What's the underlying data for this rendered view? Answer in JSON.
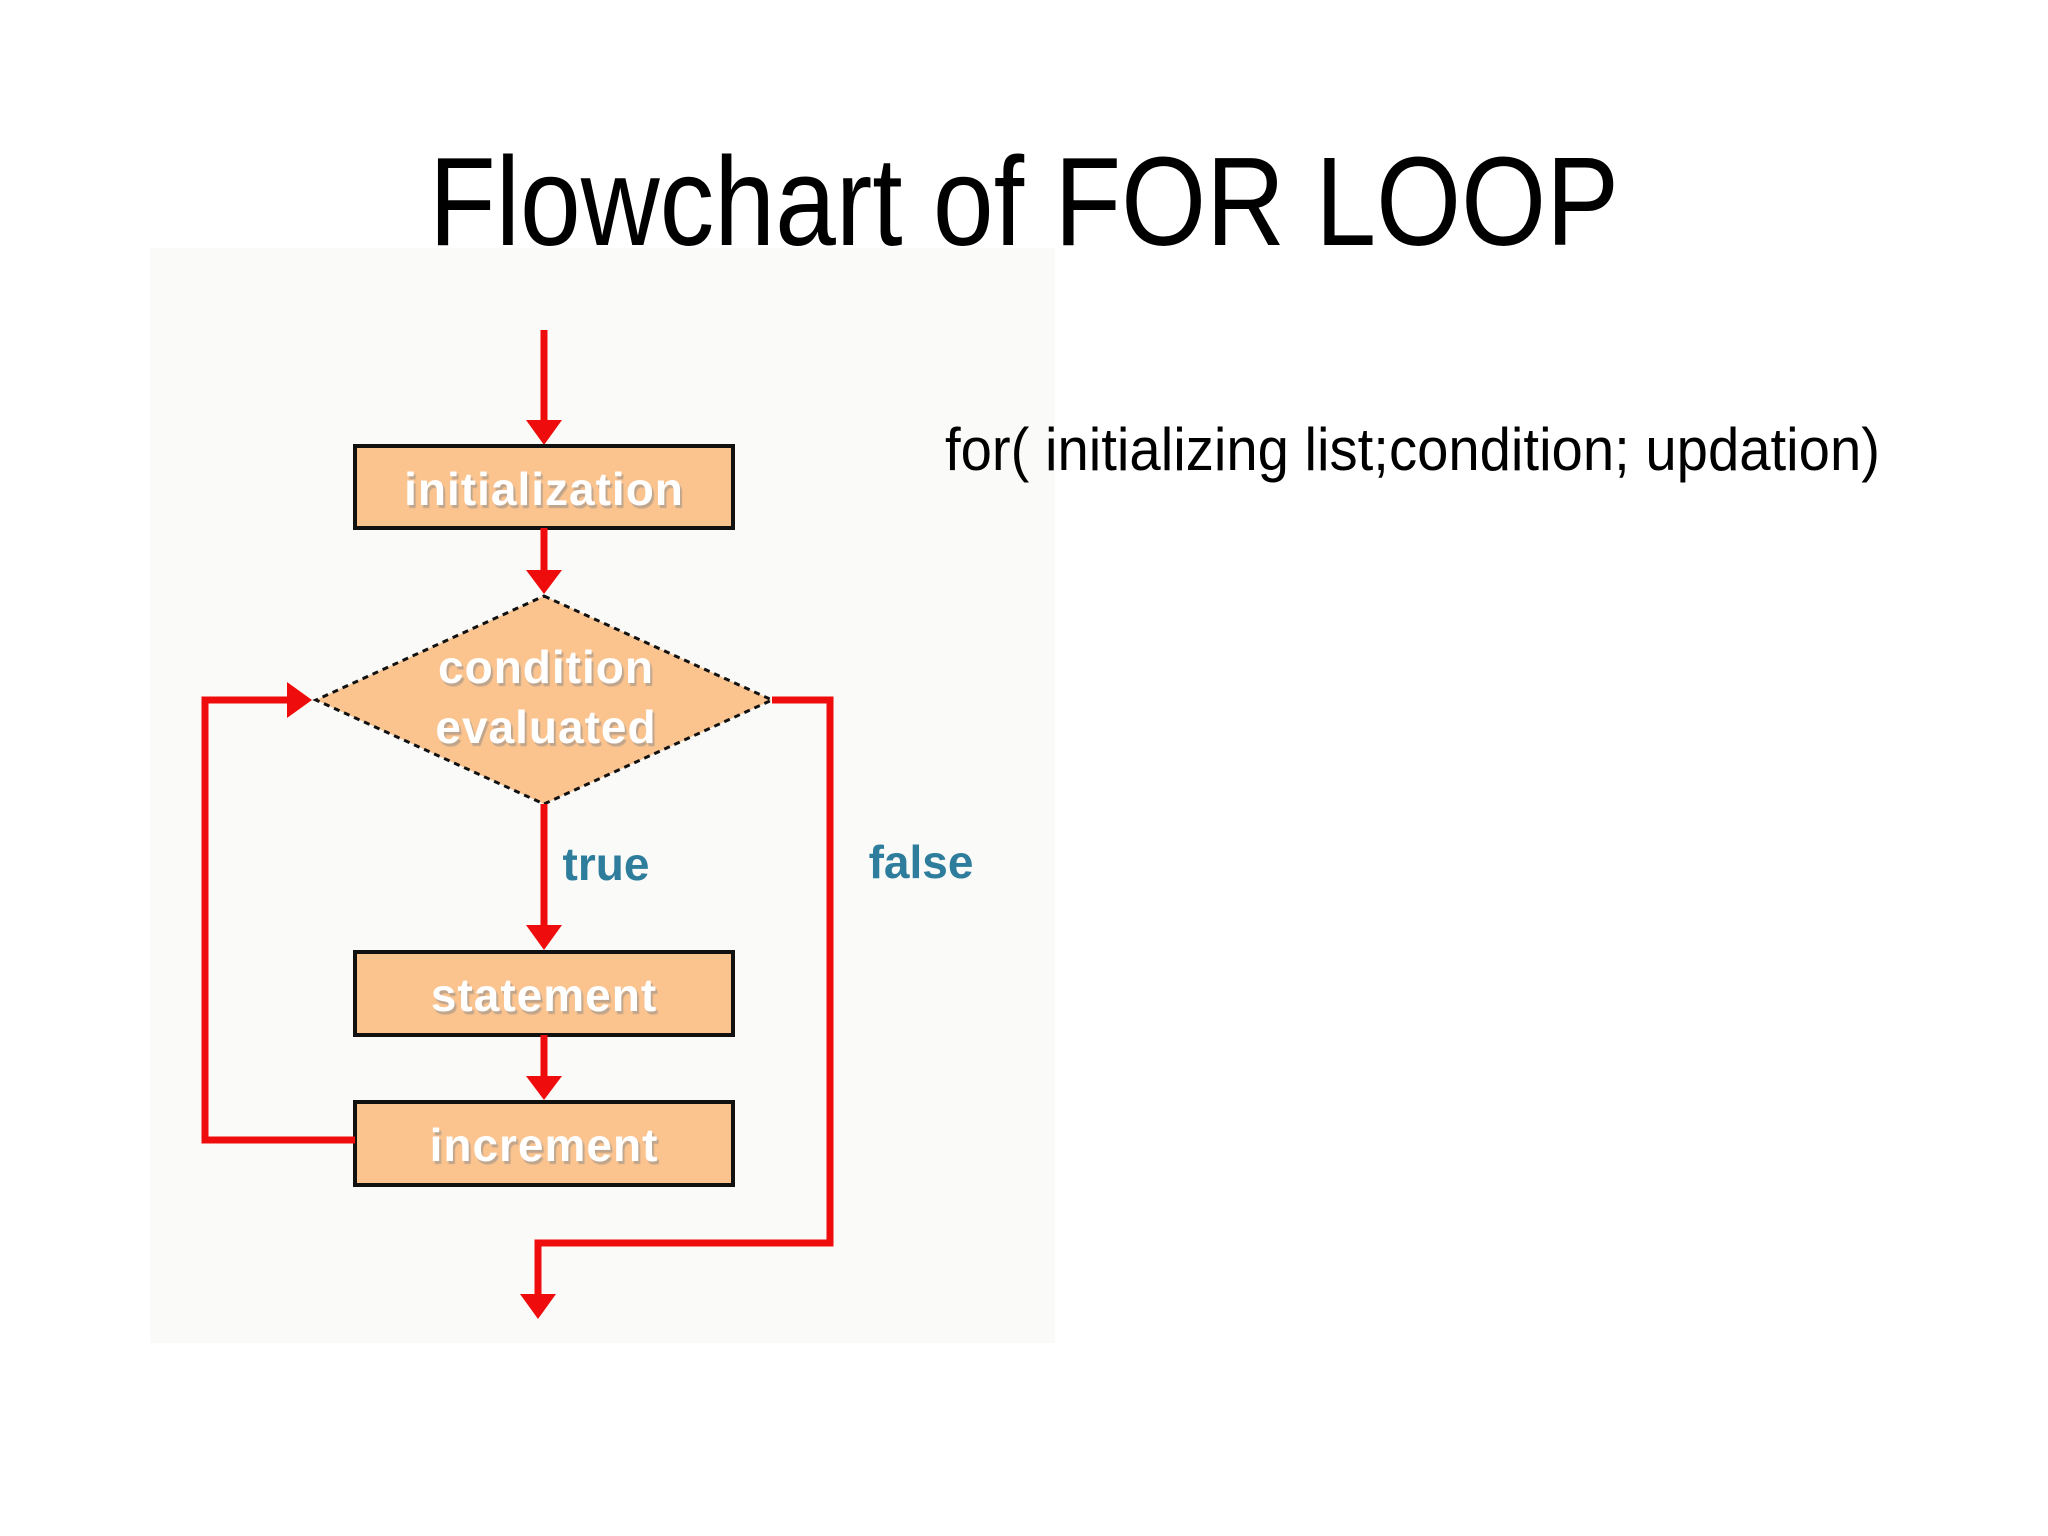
{
  "title": "Flowchart of FOR LOOP",
  "for_syntax": "for( initializing list;condition; updation)",
  "colors": {
    "red": "#ee0c0c",
    "peach": "#fbc38e",
    "teal": "#2e7d9c",
    "ink": "#000000",
    "border": "#111111",
    "label": "#ffffff"
  },
  "flowchart": {
    "type": "flowchart",
    "nodes": {
      "initialization": {
        "label": "initialization",
        "shape": "rectangle"
      },
      "condition": {
        "label_line1": "condition",
        "label_line2": "evaluated",
        "shape": "diamond"
      },
      "statement": {
        "label": "statement",
        "shape": "rectangle"
      },
      "increment": {
        "label": "increment",
        "shape": "rectangle"
      }
    },
    "edges": {
      "true_label": "true",
      "false_label": "false",
      "flow": [
        "start -> initialization",
        "initialization -> condition",
        "condition -true-> statement",
        "statement -> increment",
        "increment -> condition (loop back)",
        "condition -false-> exit"
      ]
    }
  }
}
